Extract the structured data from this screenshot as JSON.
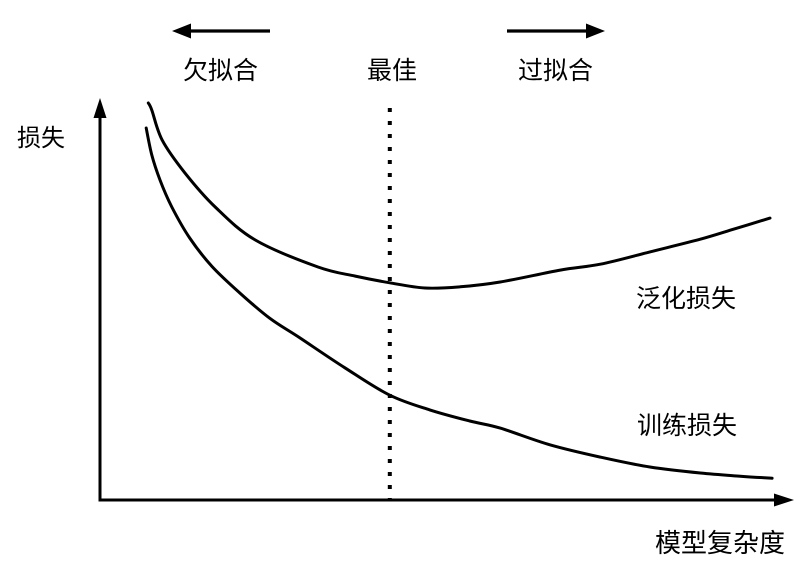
{
  "figure": {
    "background_color": "#ffffff",
    "line_color": "#000000",
    "text_color": "#000000"
  },
  "labels": {
    "y_axis": "损失",
    "x_axis": "模型复杂度",
    "underfit_zone": "欠拟合",
    "optimal": "最佳",
    "overfit_zone": "过拟合",
    "generalization_curve": "泛化损失",
    "training_curve": "训练损失"
  },
  "chart_data": {
    "type": "line",
    "title": "",
    "xlabel": "模型复杂度",
    "ylabel": "损失",
    "x_axis_numeric": false,
    "y_axis_numeric": false,
    "grid": false,
    "legend_position": "inline-curve-labels",
    "optimal_x_norm": 0.42,
    "annotations": [
      {
        "text": "欠拟合",
        "arrow": "left",
        "x_range_norm": [
          0.0,
          0.42
        ]
      },
      {
        "text": "最佳",
        "marker": "dotted-vertical-line",
        "x_norm": 0.42
      },
      {
        "text": "过拟合",
        "arrow": "right",
        "x_range_norm": [
          0.42,
          1.0
        ]
      }
    ],
    "series": [
      {
        "name": "泛化损失",
        "points_norm": [
          [
            0.07,
            1.0
          ],
          [
            0.075,
            0.982
          ],
          [
            0.09,
            0.907
          ],
          [
            0.123,
            0.824
          ],
          [
            0.167,
            0.738
          ],
          [
            0.225,
            0.655
          ],
          [
            0.316,
            0.587
          ],
          [
            0.37,
            0.564
          ],
          [
            0.42,
            0.547
          ],
          [
            0.471,
            0.534
          ],
          [
            0.522,
            0.537
          ],
          [
            0.58,
            0.549
          ],
          [
            0.667,
            0.579
          ],
          [
            0.725,
            0.594
          ],
          [
            0.797,
            0.625
          ],
          [
            0.87,
            0.657
          ],
          [
            0.92,
            0.683
          ],
          [
            0.971,
            0.71
          ]
        ]
      },
      {
        "name": "训练损失",
        "points_norm": [
          [
            0.067,
            0.937
          ],
          [
            0.075,
            0.869
          ],
          [
            0.087,
            0.806
          ],
          [
            0.104,
            0.738
          ],
          [
            0.13,
            0.66
          ],
          [
            0.162,
            0.589
          ],
          [
            0.203,
            0.521
          ],
          [
            0.246,
            0.458
          ],
          [
            0.29,
            0.408
          ],
          [
            0.355,
            0.333
          ],
          [
            0.42,
            0.264
          ],
          [
            0.478,
            0.227
          ],
          [
            0.536,
            0.199
          ],
          [
            0.58,
            0.181
          ],
          [
            0.652,
            0.139
          ],
          [
            0.725,
            0.108
          ],
          [
            0.797,
            0.083
          ],
          [
            0.87,
            0.068
          ],
          [
            0.928,
            0.06
          ],
          [
            0.974,
            0.055
          ]
        ]
      }
    ]
  }
}
